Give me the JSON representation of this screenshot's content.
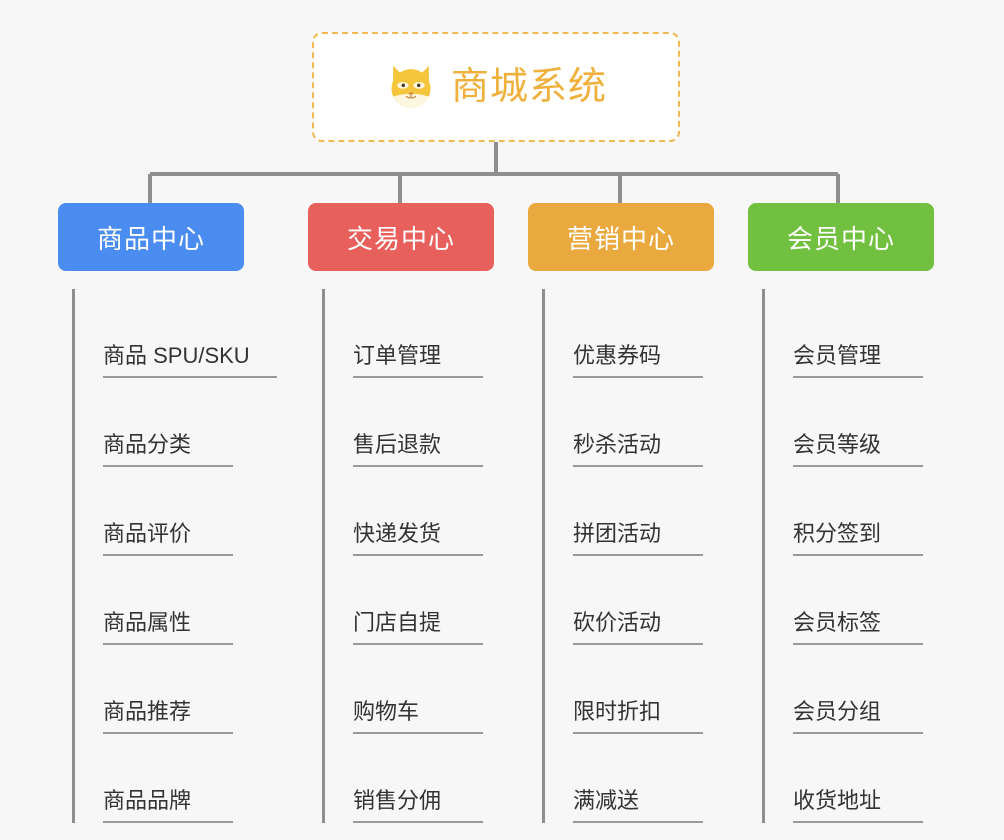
{
  "root": {
    "title": "商城系统",
    "icon": "shiba-dog-face-icon",
    "text_color": "#f0b03c",
    "border_color": "#f0b952"
  },
  "line_color": "#8f8f8f",
  "categories": [
    {
      "label": "商品中心",
      "color": "#4a8cf0",
      "color_class": "c-blue",
      "items": [
        "商品 SPU/SKU",
        "商品分类",
        "商品评价",
        "商品属性",
        "商品推荐",
        "商品品牌"
      ]
    },
    {
      "label": "交易中心",
      "color": "#e8605c",
      "color_class": "c-red",
      "items": [
        "订单管理",
        "售后退款",
        "快递发货",
        "门店自提",
        "购物车",
        "销售分佣"
      ]
    },
    {
      "label": "营销中心",
      "color": "#eaa93f",
      "color_class": "c-orange",
      "items": [
        "优惠券码",
        "秒杀活动",
        "拼团活动",
        "砍价活动",
        "限时折扣",
        "满减送"
      ]
    },
    {
      "label": "会员中心",
      "color": "#72c040",
      "color_class": "c-green",
      "items": [
        "会员管理",
        "会员等级",
        "积分签到",
        "会员标签",
        "会员分组",
        "收货地址"
      ]
    }
  ]
}
